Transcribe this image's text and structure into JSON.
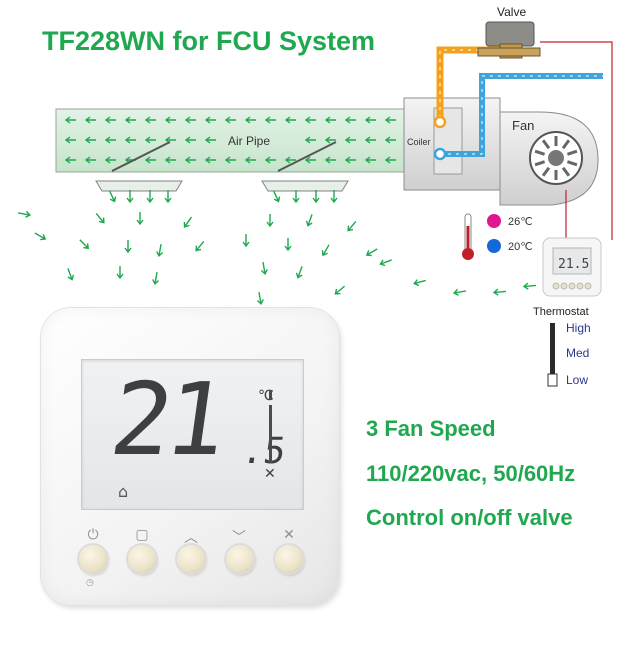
{
  "title": "TF228WN for FCU System",
  "diagram": {
    "valve_label": "Valve",
    "fan_label": "Fan",
    "coiler_label": "Coiler",
    "air_pipe_label": "Air Pipe",
    "temp_hot": "26℃",
    "temp_cold": "20℃",
    "thermostat_label": "Thermostat",
    "thermostat_display": "21.5",
    "speeds": [
      "High",
      "Med",
      "Low"
    ]
  },
  "specs": {
    "fan_speed": "3 Fan Speed",
    "power": "110/220vac, 50/60Hz",
    "control": "Control on/off valve"
  },
  "device": {
    "temperature": "21",
    "temperature_decimal": ".5",
    "unit": "℃",
    "buttons": [
      {
        "icon": "power-icon",
        "glyph": "⏻"
      },
      {
        "icon": "mode-icon",
        "glyph": "▢"
      },
      {
        "icon": "chevron-up-icon",
        "glyph": "︿"
      },
      {
        "icon": "chevron-down-icon",
        "glyph": "﹀"
      },
      {
        "icon": "fan-icon",
        "glyph": "✕"
      }
    ]
  },
  "colors": {
    "green": "#1fa84f",
    "hot_pipe": "#f4a21e",
    "cold_pipe": "#3fa3dc",
    "red_wire": "#c0202a",
    "hot_dot": "#e0158f",
    "cold_dot": "#1468d8",
    "air_pipe": "#cfe9d3"
  }
}
